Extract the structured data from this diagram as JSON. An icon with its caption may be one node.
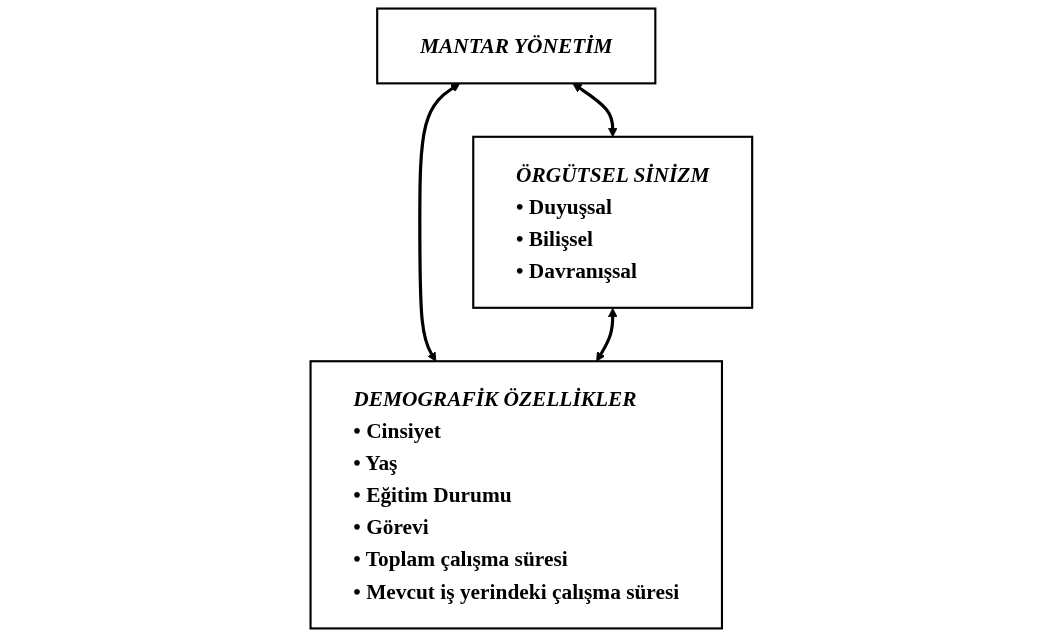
{
  "diagram": {
    "nodes": [
      {
        "text": [
          "MANTAR YÖNETİM"
        ]
      },
      {
        "text": [
          "ÖRGÜTSEL SİNİZM",
          "• Duyuşsal",
          "• Bilişsel",
          "• Davranışsal"
        ]
      },
      {
        "text": [
          "DEMOGRAFİK ÖZELLİKLER",
          "• Cinsiyet",
          "• Yaş",
          "• Eğitim Durumu",
          "• Görevi",
          "• Toplam çalışma süresi",
          "• Mevcut iş yerindeki çalışma süresi"
        ]
      }
    ],
    "edges": [
      {
        "from": 0,
        "to": 1,
        "arrow": "both"
      },
      {
        "from": 0,
        "to": 2,
        "arrow": "both"
      },
      {
        "from": 1,
        "to": 2,
        "arrow": "both"
      }
    ]
  }
}
